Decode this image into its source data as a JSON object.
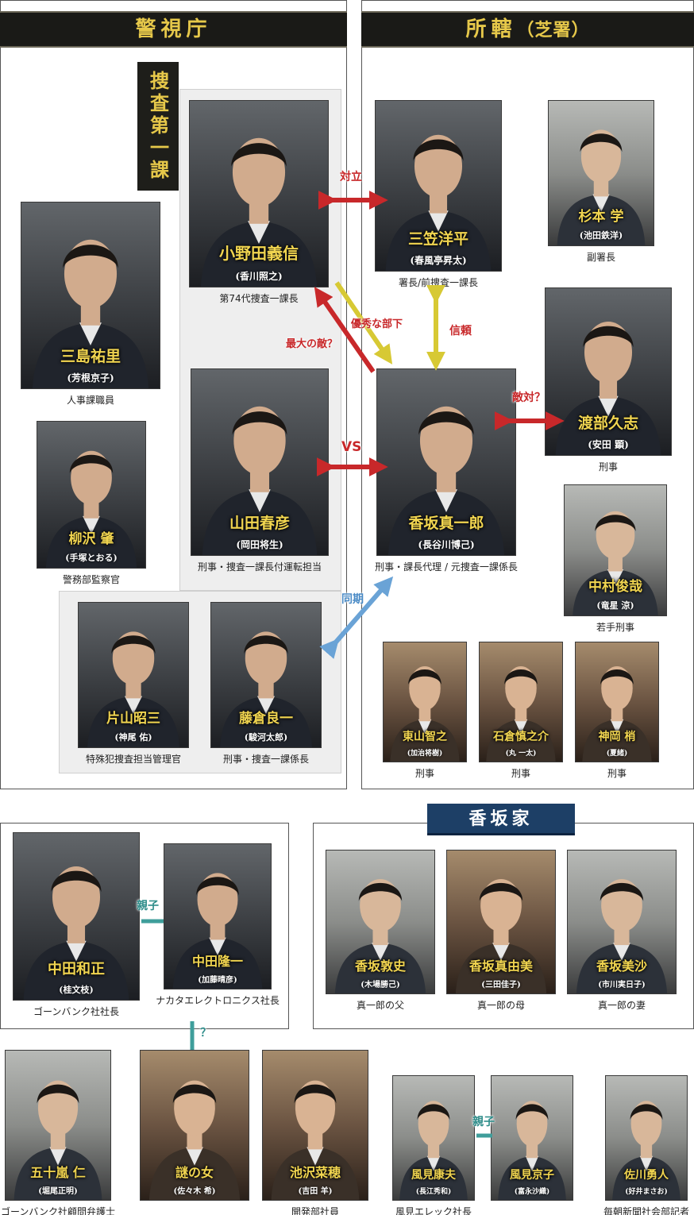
{
  "headers": {
    "keishicho": "警視庁",
    "shokatsu": "所轄",
    "shokatsu_sub": "（芝署）",
    "kosaka_family": "香坂家"
  },
  "labels": {
    "sosa_daiikka": "捜査第一課"
  },
  "relations": {
    "tairitsu": "対立",
    "yushu": "優秀な部下",
    "saidai": "最大の敵？",
    "shinrai": "信頼",
    "tekitai": "敵対？",
    "vs": "VS",
    "doki": "同期",
    "oyako1": "親子",
    "oyako2": "親子",
    "question": "？"
  },
  "characters": {
    "onoda": {
      "name": "小野田義信",
      "actor": "(香川照之)",
      "role": "第74代捜査一課長"
    },
    "mikasa": {
      "name": "三笠洋平",
      "actor": "(春風亭昇太)",
      "role": "署長/前捜査一課長"
    },
    "sugimoto": {
      "name": "杉本 学",
      "actor": "(池田鉄洋)",
      "role": "副署長"
    },
    "mishima": {
      "name": "三島祐里",
      "actor": "(芳根京子)",
      "role": "人事課職員"
    },
    "yanagisawa": {
      "name": "柳沢 肇",
      "actor": "(手塚とおる)",
      "role": "警務部監察官"
    },
    "yamada": {
      "name": "山田春彦",
      "actor": "(岡田将生)",
      "role": "刑事・捜査一課長付運転担当"
    },
    "kosaka": {
      "name": "香坂真一郎",
      "actor": "(長谷川博己)",
      "role": "刑事・課長代理 / 元捜査一課係長"
    },
    "watabe": {
      "name": "渡部久志",
      "actor": "(安田 顕)",
      "role": "刑事"
    },
    "nakamura": {
      "name": "中村俊哉",
      "actor": "(竜星 涼)",
      "role": "若手刑事"
    },
    "katayama": {
      "name": "片山昭三",
      "actor": "(神尾 佑)",
      "role": "特殊犯捜査担当管理官"
    },
    "fujikura": {
      "name": "藤倉良一",
      "actor": "(駿河太郎)",
      "role": "刑事・捜査一課係長"
    },
    "higashiyama": {
      "name": "東山智之",
      "actor": "(加治将樹)",
      "role": "刑事"
    },
    "ishikura": {
      "name": "石倉慎之介",
      "actor": "(丸 一太)",
      "role": "刑事"
    },
    "kamioka": {
      "name": "神岡 梢",
      "actor": "(夏緒)",
      "role": "刑事"
    },
    "nakata_k": {
      "name": "中田和正",
      "actor": "(桂文枝)",
      "role": "ゴーンバンク社社長"
    },
    "nakata_r": {
      "name": "中田隆一",
      "actor": "(加藤晴彦)",
      "role": "ナカタエレクトロニクス社長"
    },
    "kosaka_a": {
      "name": "香坂敦史",
      "actor": "(木場勝己)",
      "role": "真一郎の父"
    },
    "kosaka_m": {
      "name": "香坂真由美",
      "actor": "(三田佳子)",
      "role": "真一郎の母"
    },
    "kosaka_ms": {
      "name": "香坂美沙",
      "actor": "(市川実日子)",
      "role": "真一郎の妻"
    },
    "igarashi": {
      "name": "五十嵐 仁",
      "actor": "(堀尾正明)",
      "role": "ゴーンバンク社顧問弁護士"
    },
    "nazo": {
      "name": "謎の女",
      "actor": "(佐々木 希)",
      "role": ""
    },
    "ikezawa": {
      "name": "池沢菜穂",
      "actor": "(吉田 羊)",
      "role": "開発部社員"
    },
    "kazami_y": {
      "name": "風見康夫",
      "actor": "(長江秀和)",
      "role": "風見エレック社長"
    },
    "kazami_k": {
      "name": "風見京子",
      "actor": "(富永沙織)",
      "role": ""
    },
    "sasaki": {
      "name": "佐川勇人",
      "actor": "(好井まさお)",
      "role": "毎朝新聞社会部記者"
    }
  },
  "colors": {
    "red_arrow": "#c8282a",
    "yellow_arrow": "#d7c934",
    "blue_arrow": "#6aa3d6",
    "teal_line": "#3f9e9b",
    "gold_text": "#f1d550",
    "header_bg": "#1a1a17",
    "family_header_bg": "#1d3f66"
  }
}
